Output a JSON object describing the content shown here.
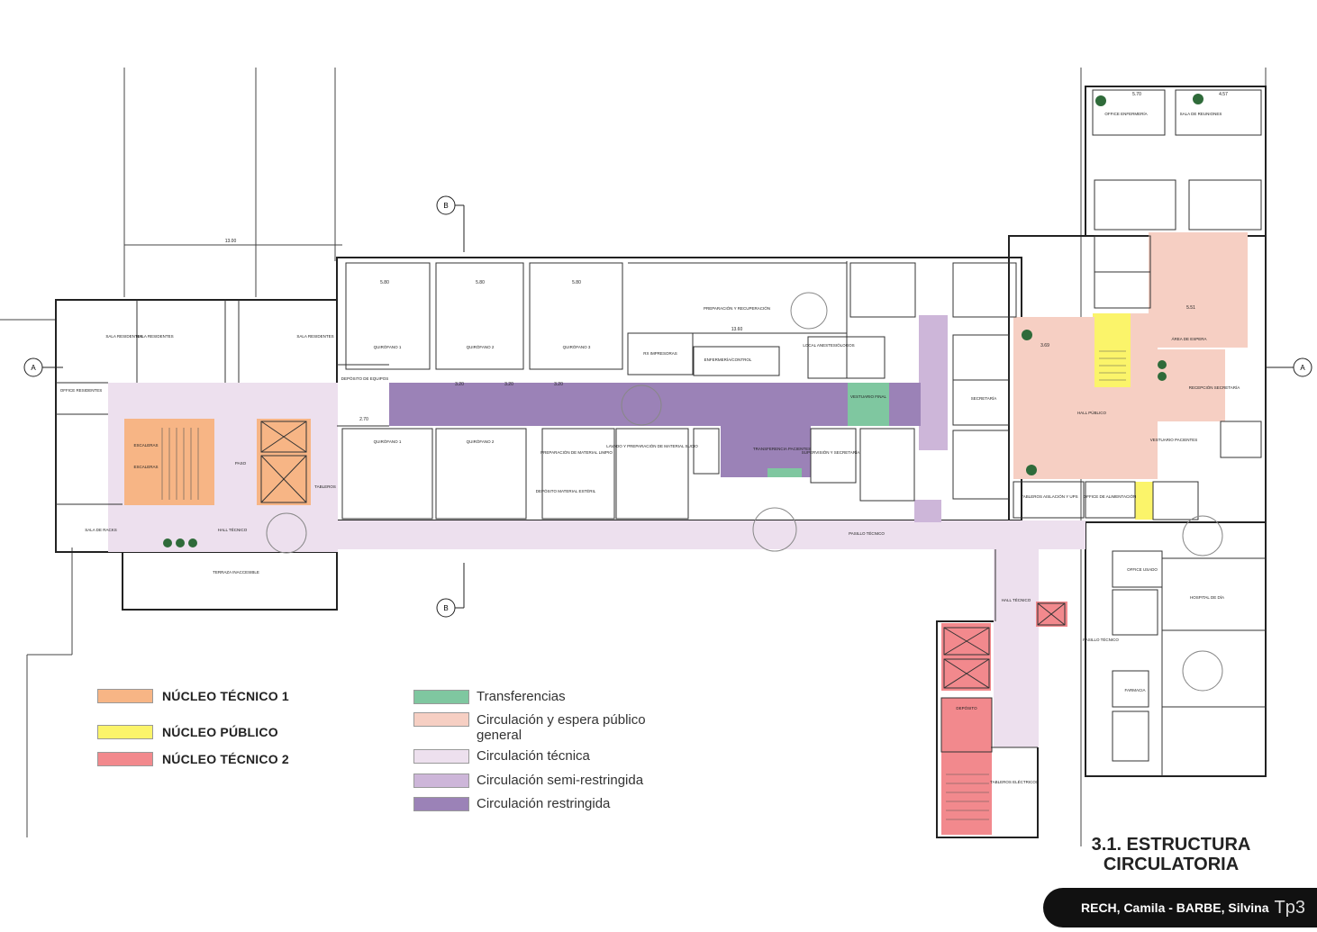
{
  "legend": {
    "left": [
      {
        "label": "NÚCLEO TÉCNICO 1",
        "color": "#f7b585"
      },
      {
        "label": "NÚCLEO PÚBLICO",
        "color": "#fbf46a"
      },
      {
        "label": "NÚCLEO TÉCNICO 2",
        "color": "#f2898d"
      }
    ],
    "right": [
      {
        "label": "Transferencias",
        "color": "#7fc7a0"
      },
      {
        "label": "Circulación y espera público general",
        "color": "#f6cfc3"
      },
      {
        "label": "Circulación técnica",
        "color": "#ede0ee"
      },
      {
        "label": "Circulación semi-restringida",
        "color": "#cdb6d9"
      },
      {
        "label": "Circulación restringida",
        "color": "#9b82b7"
      }
    ]
  },
  "title": {
    "line1": "3.1. ESTRUCTURA",
    "line2": "CIRCULATORIA"
  },
  "footer": {
    "authors": "RECH, Camila - BARBE, Silvina",
    "sheet": "Tp3"
  },
  "rooms": {
    "sala_residentes_1": "SALA RESIDENTES",
    "sala_residentes_2": "SALA RESIDENTES",
    "sala_residentes_3": "SALA RESIDENTES",
    "office_residentes": "OFFICE RESIDENTES",
    "escaleras_1": "ESCALERAS",
    "escaleras_2": "ESCALERAS",
    "paso": "PASO",
    "tableros": "TABLEROS",
    "hall_tecnico": "HALL TÉCNICO",
    "sala_racks": "SALA DE RACKS",
    "terraza": "TERRAZA INACCESIBLE",
    "quirofano1_top": "QUIRÓFANO 1",
    "quirofano2_top": "QUIRÓFANO 2",
    "quirofano3_top": "QUIRÓFANO 3",
    "quirofano1_bot": "QUIRÓFANO 1",
    "quirofano2_bot": "QUIRÓFANO 2",
    "deposito_equipos": "DEPÓSITO DE EQUIPOS",
    "preparacion": "PREPARACIÓN Y RECUPERACIÓN",
    "rx": "RX IMPRESORAS",
    "enfermeria": "ENFERMERÍA/CONTROL",
    "local_anest": "LOCAL ANESTESIÓLOGOS",
    "vestuario_final": "VESTUARIO FINAL",
    "transferencia": "TRANSFERENCIA PACIENTES",
    "prep_limpio": "PREPARACIÓN DE MATERIAL LIMPIO",
    "lavado": "LAVADO Y PREPARACIÓN DE MATERIAL SUCIO",
    "deposito_esteril": "DEPÓSITO MATERIAL ESTÉRIL",
    "supervision": "SUPERVISIÓN Y SECRETARÍA",
    "secretaria": "SECRETARÍA",
    "pasillo_tecnico": "PASILLO TÉCNICO",
    "hall_tecnico_2": "HALL TÉCNICO",
    "deposito": "DEPÓSITO",
    "tableros_electricos": "TABLEROS ELÉCTRICOS",
    "hall_publico": "HALL PÚBLICO",
    "area_espera": "ÁREA DE ESPERA",
    "recepcion": "RECEPCIÓN SECRETARÍA",
    "vestuario_pacientes": "VESTUARIO PACIENTES",
    "tableros_ups": "TABLEROS AISLACIÓN Y UPS",
    "office_alimentacion": "OFFICE DE ALIMENTACIÓN",
    "sala_reuniones": "SALA DE REUNIONES",
    "office_enfermeria": "OFFICE ENFERMERÍA",
    "hospital_dia": "HOSPITAL DE DÍA",
    "farmacia": "FARMACIA",
    "pasillo_tecnico_2": "PASILLO TÉCNICO",
    "office_usado": "OFFICE USADO"
  },
  "dimensions": {
    "d1300": "13.00",
    "d580a": "5.80",
    "d580b": "5.80",
    "d580c": "5.80",
    "d320a": "3.20",
    "d320b": "3.20",
    "d320c": "3.20",
    "d1360": "13.60",
    "d570": "5.70",
    "d457": "4.57",
    "d351": "5.51",
    "d369": "3.69",
    "d270": "2.70"
  },
  "markers": {
    "a": "A",
    "b": "B"
  }
}
